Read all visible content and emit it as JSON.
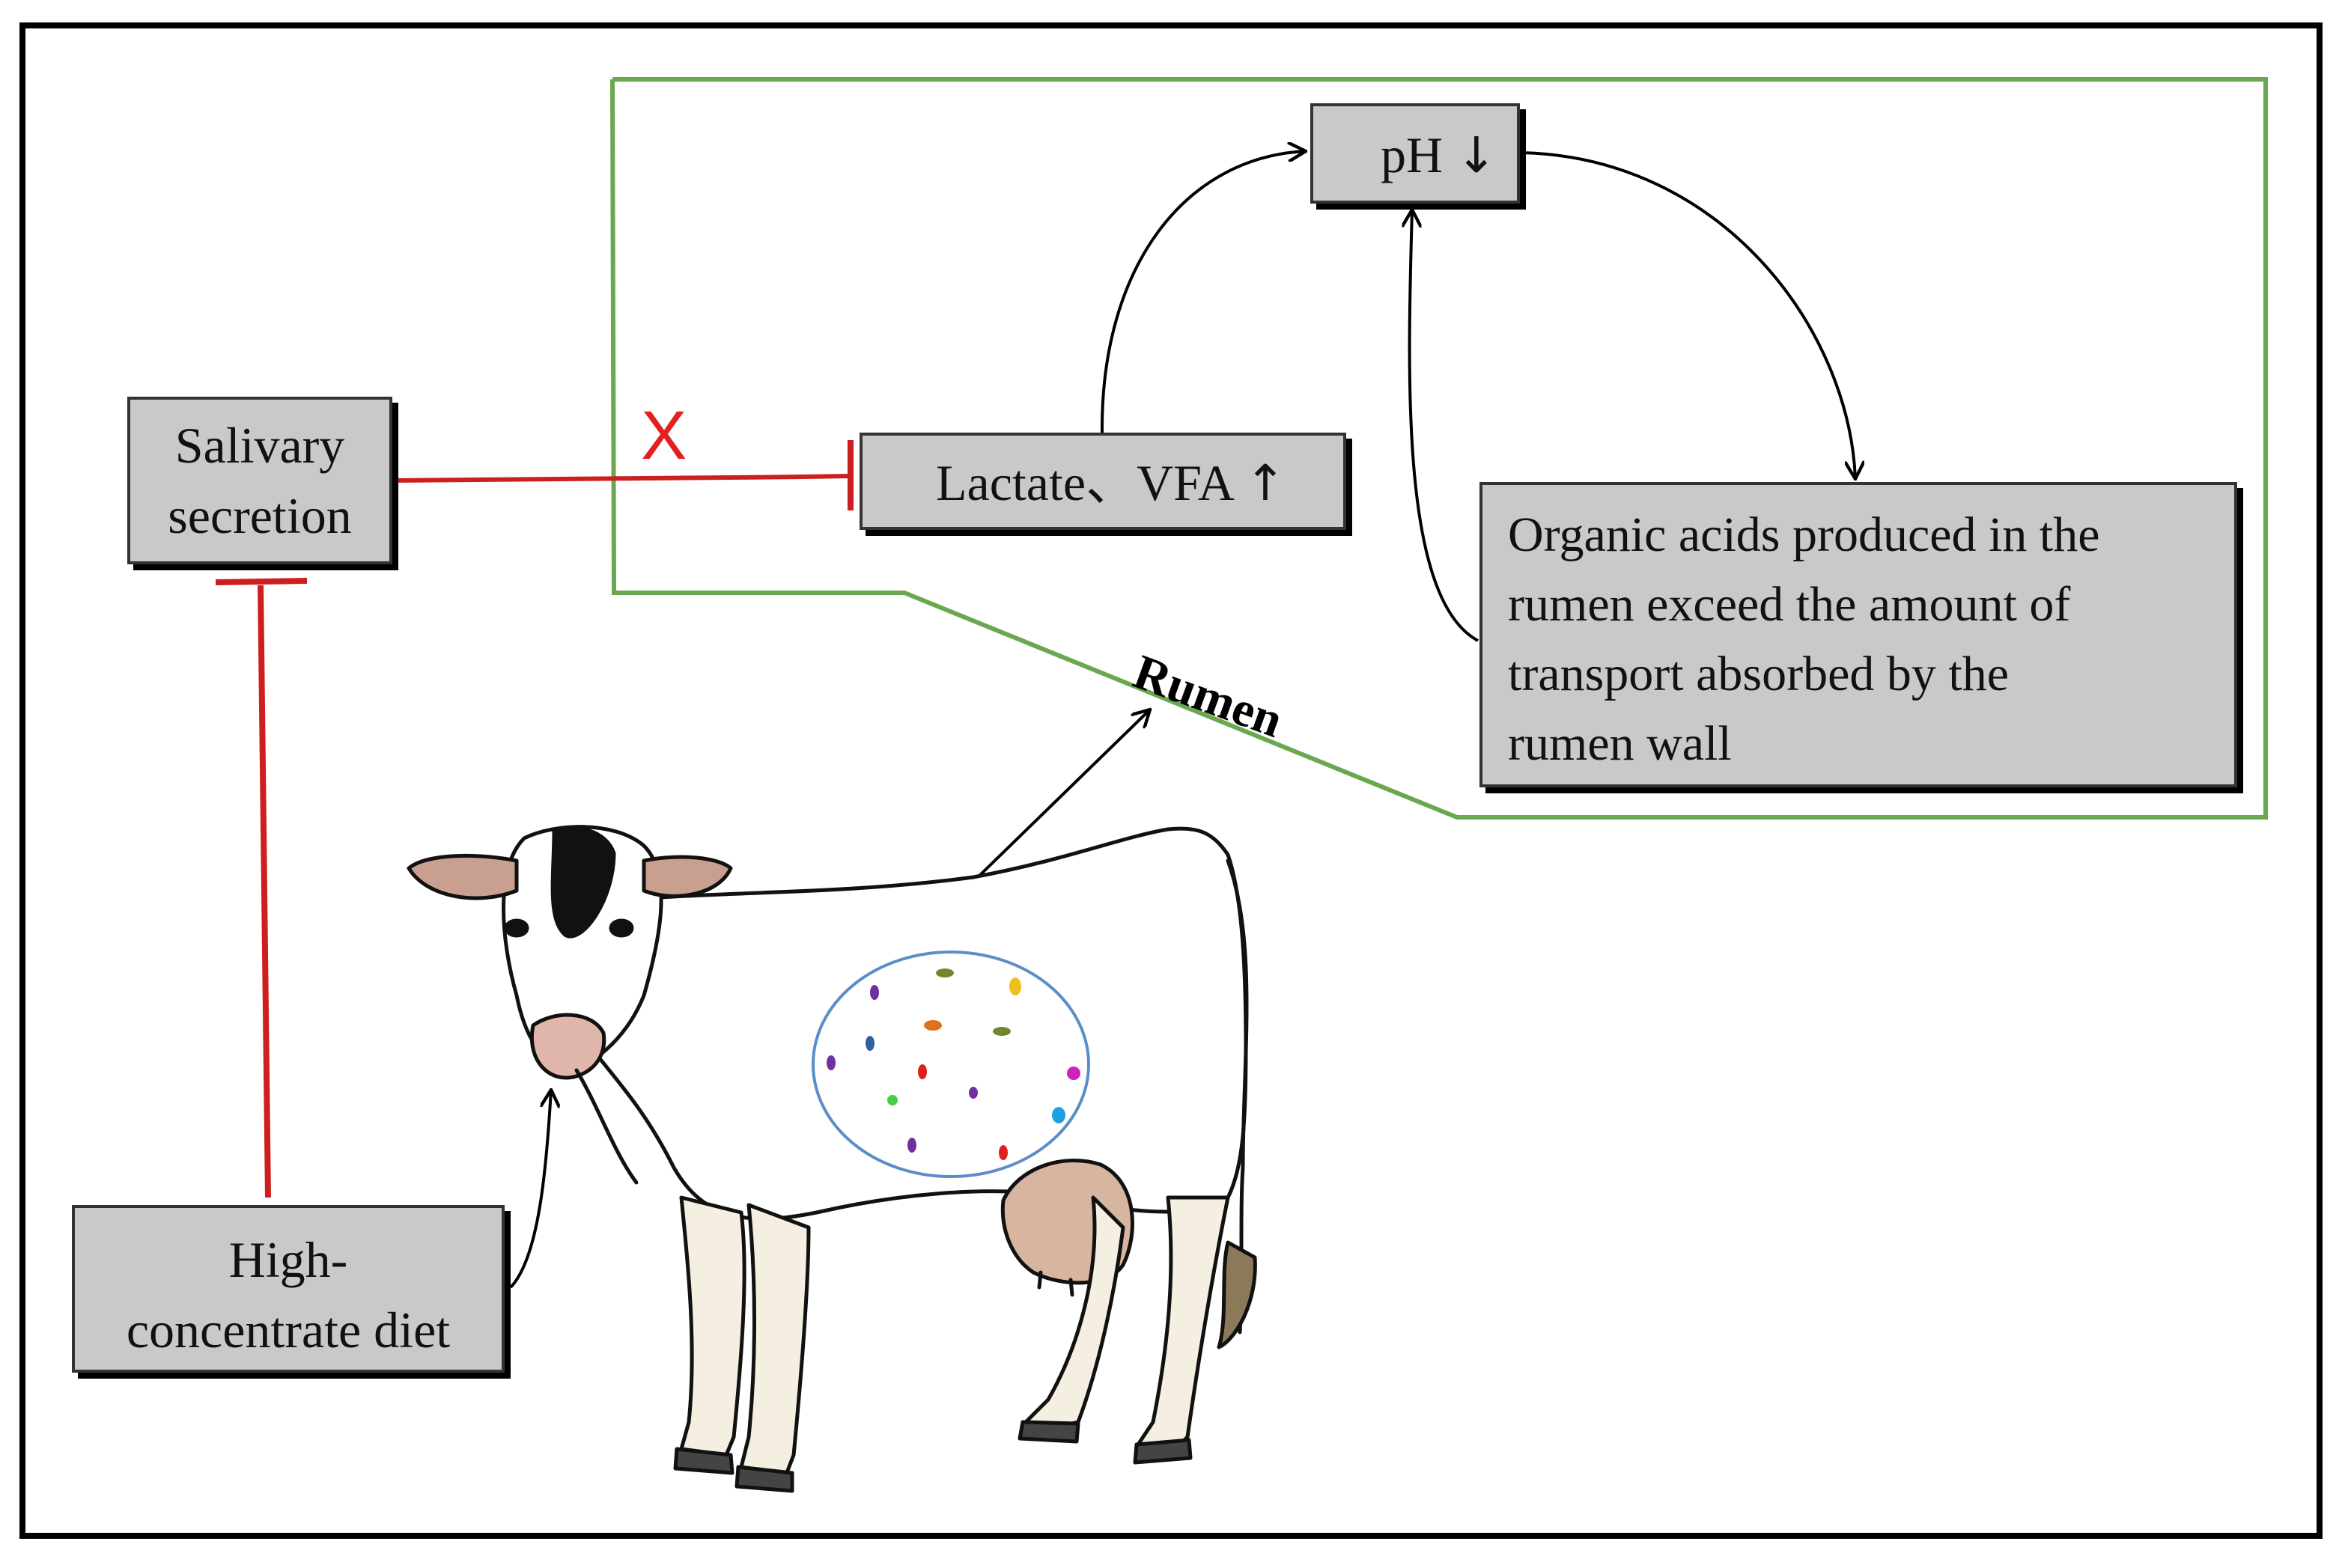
{
  "colors": {
    "frame": "#000000",
    "rumen_outline": "#6aa84f",
    "inhibit_line": "#cc1f1f",
    "box_fill": "#c9c9c9",
    "x_mark": "#e32020",
    "stomach_ellipse": "#5b8ec7"
  },
  "boxes": {
    "salivary": {
      "line1": "Salivary",
      "line2": "secretion"
    },
    "lactate": {
      "text": "Lactate、VFA",
      "arrow": "↑"
    },
    "ph": {
      "text": "pH",
      "arrow": "↓"
    },
    "organic": {
      "line1": "Organic acids produced in the",
      "line2": "rumen exceed the amount of",
      "line3": "transport absorbed by the",
      "line4": "rumen wall"
    },
    "diet": {
      "line1": "High-",
      "line2": "concentrate diet"
    }
  },
  "labels": {
    "rumen": "Rumen",
    "x_mark": "X"
  },
  "icons": {
    "cow": "cow-illustration",
    "inhibit": "inhibit-tee",
    "arrows": "arrowhead"
  }
}
